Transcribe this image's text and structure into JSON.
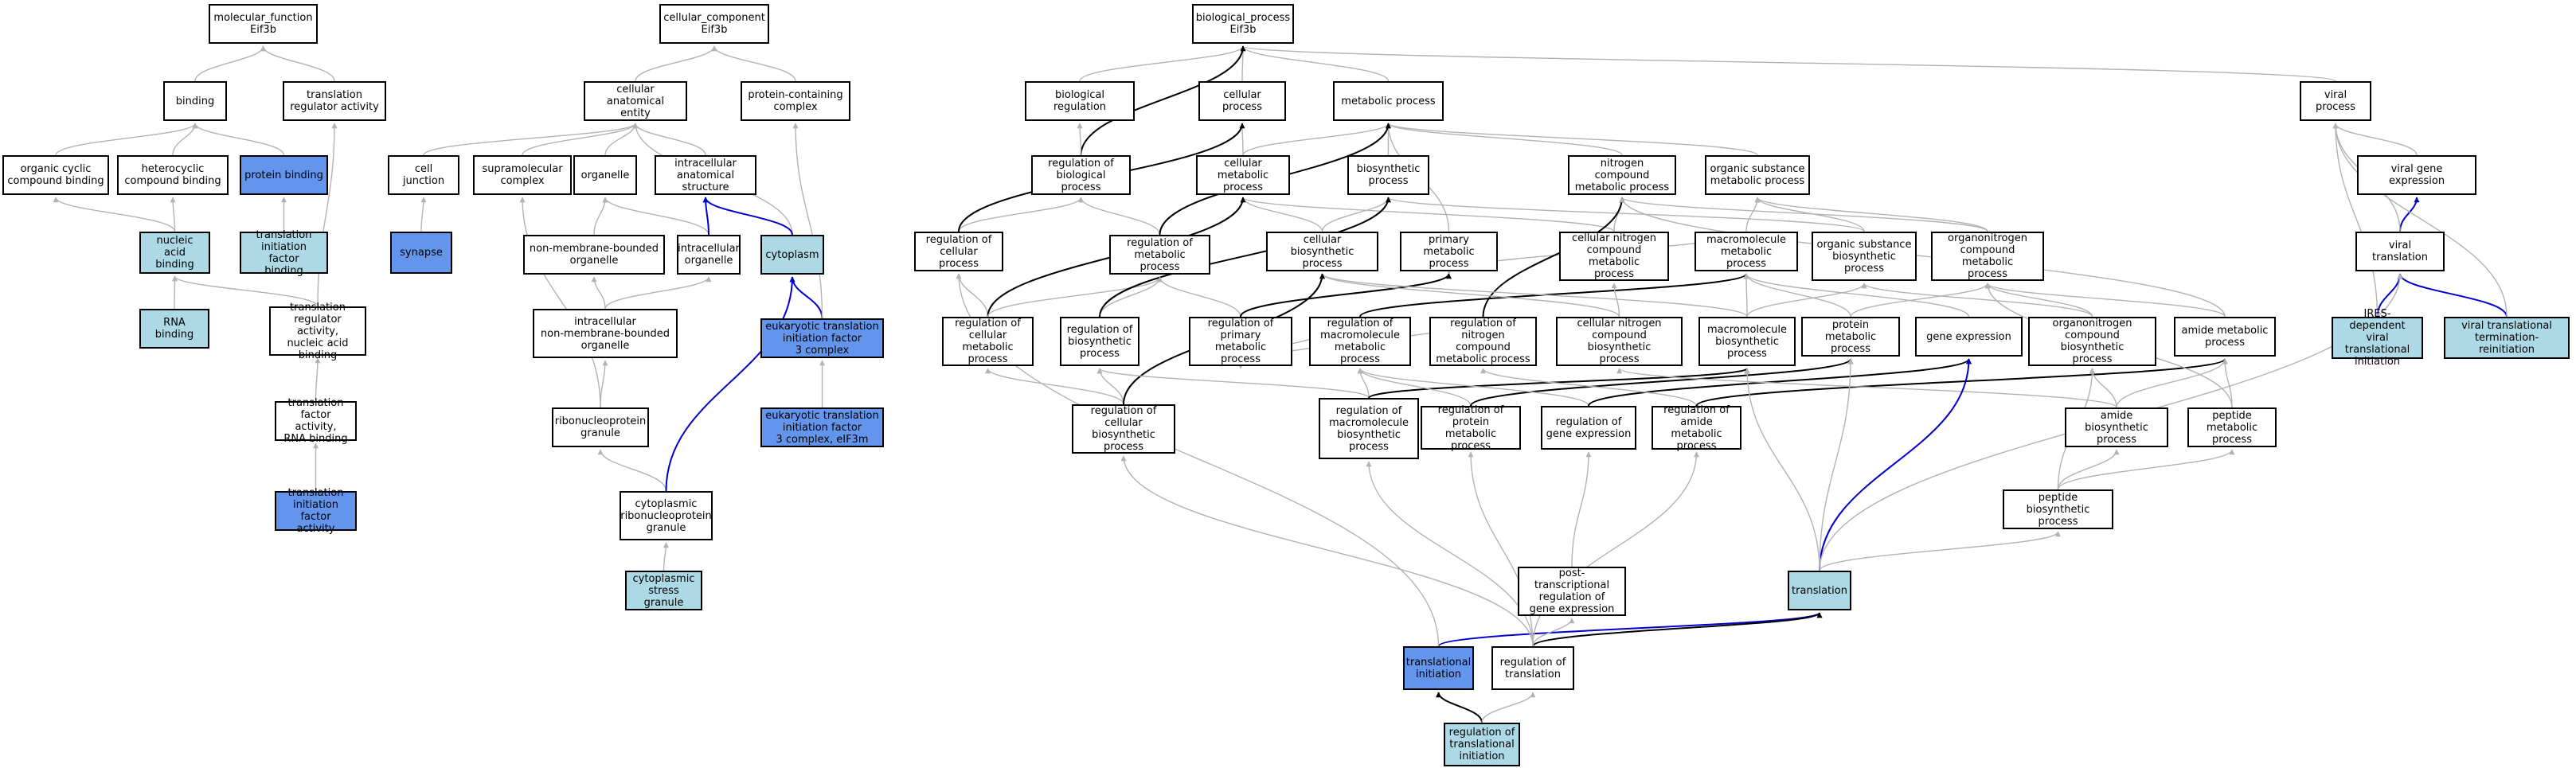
{
  "colors": {
    "edge_gray": "#b3b3b3",
    "edge_black": "#000000",
    "edge_blue": "#0000cc",
    "fill_white": "#ffffff",
    "fill_light": "#add8e6",
    "fill_dark": "#6495ed"
  },
  "nodes": [
    {
      "id": "mf",
      "label": "molecular_function\nEif3b",
      "fill": "white"
    },
    {
      "id": "bind",
      "label": "binding",
      "fill": "white"
    },
    {
      "id": "trra",
      "label": "translation\nregulator activity",
      "fill": "white"
    },
    {
      "id": "ocb",
      "label": "organic cyclic\ncompound binding",
      "fill": "white"
    },
    {
      "id": "hcb",
      "label": "heterocyclic\ncompound binding",
      "fill": "white"
    },
    {
      "id": "protb",
      "label": "protein binding",
      "fill": "dark"
    },
    {
      "id": "tifb",
      "label": "translation\ninitiation factor\nbinding",
      "fill": "light"
    },
    {
      "id": "nab",
      "label": "nucleic acid\nbinding",
      "fill": "light"
    },
    {
      "id": "rnab",
      "label": "RNA binding",
      "fill": "light"
    },
    {
      "id": "trranab",
      "label": "translation\nregulator activity,\nnucleic acid\nbinding",
      "fill": "white"
    },
    {
      "id": "tfarb",
      "label": "translation\nfactor activity,\nRNA binding",
      "fill": "white"
    },
    {
      "id": "tifa",
      "label": "translation\ninitiation factor\nactivity",
      "fill": "dark"
    },
    {
      "id": "cc",
      "label": "cellular_component\nEif3b",
      "fill": "white"
    },
    {
      "id": "cae",
      "label": "cellular anatomical\nentity",
      "fill": "white"
    },
    {
      "id": "pcc",
      "label": "protein-containing\ncomplex",
      "fill": "white"
    },
    {
      "id": "cj",
      "label": "cell junction",
      "fill": "white"
    },
    {
      "id": "synapse",
      "label": "synapse",
      "fill": "dark"
    },
    {
      "id": "supra",
      "label": "supramolecular\ncomplex",
      "fill": "white"
    },
    {
      "id": "organelle",
      "label": "organelle",
      "fill": "white"
    },
    {
      "id": "ias",
      "label": "intracellular\nanatomical structure",
      "fill": "white"
    },
    {
      "id": "nmbo",
      "label": "non-membrane-bounded\norganelle",
      "fill": "white"
    },
    {
      "id": "io",
      "label": "intracellular\norganelle",
      "fill": "white"
    },
    {
      "id": "cyto",
      "label": "cytoplasm",
      "fill": "light"
    },
    {
      "id": "inmbo",
      "label": "intracellular\nnon-membrane-bounded\norganelle",
      "fill": "white"
    },
    {
      "id": "eif3c",
      "label": "eukaryotic translation\ninitiation factor\n3 complex",
      "fill": "dark"
    },
    {
      "id": "eif3m",
      "label": "eukaryotic translation\ninitiation factor\n3 complex, eIF3m",
      "fill": "dark"
    },
    {
      "id": "rnpg",
      "label": "ribonucleoprotein\ngranule",
      "fill": "white"
    },
    {
      "id": "crnpg",
      "label": "cytoplasmic\nribonucleoprotein\ngranule",
      "fill": "white"
    },
    {
      "id": "csg",
      "label": "cytoplasmic\nstress granule",
      "fill": "light"
    },
    {
      "id": "bp",
      "label": "biological_process\nEif3b",
      "fill": "white"
    },
    {
      "id": "breg",
      "label": "biological regulation",
      "fill": "white"
    },
    {
      "id": "cproc",
      "label": "cellular process",
      "fill": "white"
    },
    {
      "id": "mproc",
      "label": "metabolic process",
      "fill": "white"
    },
    {
      "id": "vproc",
      "label": "viral process",
      "fill": "white"
    },
    {
      "id": "rbp",
      "label": "regulation of\nbiological process",
      "fill": "white"
    },
    {
      "id": "cmp",
      "label": "cellular metabolic\nprocess",
      "fill": "white"
    },
    {
      "id": "bsp",
      "label": "biosynthetic\nprocess",
      "fill": "white"
    },
    {
      "id": "ncmp",
      "label": "nitrogen compound\nmetabolic process",
      "fill": "white"
    },
    {
      "id": "osmp",
      "label": "organic substance\nmetabolic process",
      "fill": "white"
    },
    {
      "id": "vge",
      "label": "viral gene expression",
      "fill": "white"
    },
    {
      "id": "rcp",
      "label": "regulation of\ncellular process",
      "fill": "white"
    },
    {
      "id": "rmp",
      "label": "regulation of\nmetabolic process",
      "fill": "white"
    },
    {
      "id": "cbsp",
      "label": "cellular biosynthetic\nprocess",
      "fill": "white"
    },
    {
      "id": "pmp",
      "label": "primary metabolic\nprocess",
      "fill": "white"
    },
    {
      "id": "cncmp",
      "label": "cellular nitrogen\ncompound metabolic\nprocess",
      "fill": "white"
    },
    {
      "id": "mmp",
      "label": "macromolecule\nmetabolic process",
      "fill": "white"
    },
    {
      "id": "osbp",
      "label": "organic substance\nbiosynthetic\nprocess",
      "fill": "white"
    },
    {
      "id": "oncmp",
      "label": "organonitrogen\ncompound metabolic\nprocess",
      "fill": "white"
    },
    {
      "id": "vt",
      "label": "viral translation",
      "fill": "white"
    },
    {
      "id": "rcmp",
      "label": "regulation of\ncellular metabolic\nprocess",
      "fill": "white"
    },
    {
      "id": "rbsp",
      "label": "regulation of\nbiosynthetic\nprocess",
      "fill": "white"
    },
    {
      "id": "rpmp",
      "label": "regulation of\nprimary metabolic\nprocess",
      "fill": "white"
    },
    {
      "id": "rmmp",
      "label": "regulation of\nmacromolecule\nmetabolic process",
      "fill": "white"
    },
    {
      "id": "rncmp",
      "label": "regulation of\nnitrogen compound\nmetabolic process",
      "fill": "white"
    },
    {
      "id": "cncbp",
      "label": "cellular nitrogen\ncompound biosynthetic\nprocess",
      "fill": "white"
    },
    {
      "id": "mbsp",
      "label": "macromolecule\nbiosynthetic\nprocess",
      "fill": "white"
    },
    {
      "id": "protmp",
      "label": "protein metabolic\nprocess",
      "fill": "white"
    },
    {
      "id": "ge",
      "label": "gene expression",
      "fill": "white"
    },
    {
      "id": "oncbp",
      "label": "organonitrogen\ncompound biosynthetic\nprocess",
      "fill": "white"
    },
    {
      "id": "amp",
      "label": "amide metabolic\nprocess",
      "fill": "white"
    },
    {
      "id": "iresvti",
      "label": "IRES-dependent\nviral translational\ninitiation",
      "fill": "light"
    },
    {
      "id": "vtti",
      "label": "viral translational\ntermination-reinitiation",
      "fill": "light"
    },
    {
      "id": "rcbsp",
      "label": "regulation of\ncellular biosynthetic\nprocess",
      "fill": "white"
    },
    {
      "id": "rmbsp",
      "label": "regulation of\nmacromolecule\nbiosynthetic\nprocess",
      "fill": "white"
    },
    {
      "id": "rprotmp",
      "label": "regulation of\nprotein metabolic\nprocess",
      "fill": "white"
    },
    {
      "id": "rge",
      "label": "regulation of\ngene expression",
      "fill": "white"
    },
    {
      "id": "ramp",
      "label": "regulation of\namide metabolic\nprocess",
      "fill": "white"
    },
    {
      "id": "abp",
      "label": "amide biosynthetic\nprocess",
      "fill": "white"
    },
    {
      "id": "peptmp",
      "label": "peptide metabolic\nprocess",
      "fill": "white"
    },
    {
      "id": "pbp",
      "label": "peptide biosynthetic\nprocess",
      "fill": "white"
    },
    {
      "id": "ptrge",
      "label": "post-transcriptional\nregulation of\ngene expression",
      "fill": "white"
    },
    {
      "id": "transl",
      "label": "translation",
      "fill": "light"
    },
    {
      "id": "ti",
      "label": "translational\ninitiation",
      "fill": "dark"
    },
    {
      "id": "rtransl",
      "label": "regulation of\ntranslation",
      "fill": "white"
    },
    {
      "id": "rti",
      "label": "regulation of\ntranslational\ninitiation",
      "fill": "light"
    }
  ],
  "edges": [
    [
      "bind",
      "mf",
      "gray"
    ],
    [
      "trra",
      "mf",
      "gray"
    ],
    [
      "ocb",
      "bind",
      "gray"
    ],
    [
      "hcb",
      "bind",
      "gray"
    ],
    [
      "protb",
      "bind",
      "gray"
    ],
    [
      "tifb",
      "protb",
      "gray"
    ],
    [
      "nab",
      "ocb",
      "gray"
    ],
    [
      "nab",
      "hcb",
      "gray"
    ],
    [
      "rnab",
      "nab",
      "gray"
    ],
    [
      "trranab",
      "nab",
      "gray"
    ],
    [
      "trranab",
      "trra",
      "gray"
    ],
    [
      "tfarb",
      "trranab",
      "gray"
    ],
    [
      "tifa",
      "tfarb",
      "gray"
    ],
    [
      "cae",
      "cc",
      "gray"
    ],
    [
      "pcc",
      "cc",
      "gray"
    ],
    [
      "cj",
      "cae",
      "gray"
    ],
    [
      "supra",
      "cae",
      "gray"
    ],
    [
      "organelle",
      "cae",
      "gray"
    ],
    [
      "ias",
      "cae",
      "gray"
    ],
    [
      "cyto",
      "cae",
      "gray"
    ],
    [
      "synapse",
      "cj",
      "gray"
    ],
    [
      "nmbo",
      "organelle",
      "gray"
    ],
    [
      "io",
      "organelle",
      "gray"
    ],
    [
      "io",
      "ias",
      "blue"
    ],
    [
      "cyto",
      "ias",
      "blue"
    ],
    [
      "inmbo",
      "nmbo",
      "gray"
    ],
    [
      "inmbo",
      "io",
      "gray"
    ],
    [
      "eif3c",
      "cyto",
      "blue"
    ],
    [
      "eif3c",
      "pcc",
      "gray"
    ],
    [
      "eif3m",
      "eif3c",
      "gray"
    ],
    [
      "rnpg",
      "inmbo",
      "gray"
    ],
    [
      "rnpg",
      "supra",
      "gray"
    ],
    [
      "crnpg",
      "rnpg",
      "gray"
    ],
    [
      "crnpg",
      "cyto",
      "blue"
    ],
    [
      "csg",
      "crnpg",
      "gray"
    ],
    [
      "breg",
      "bp",
      "gray"
    ],
    [
      "cproc",
      "bp",
      "gray"
    ],
    [
      "mproc",
      "bp",
      "gray"
    ],
    [
      "vproc",
      "bp",
      "gray"
    ],
    [
      "rbp",
      "bp",
      "black"
    ],
    [
      "rbp",
      "breg",
      "gray"
    ],
    [
      "cmp",
      "cproc",
      "gray"
    ],
    [
      "cmp",
      "mproc",
      "gray"
    ],
    [
      "bsp",
      "mproc",
      "gray"
    ],
    [
      "ncmp",
      "mproc",
      "gray"
    ],
    [
      "osmp",
      "mproc",
      "gray"
    ],
    [
      "pmp",
      "mproc",
      "gray"
    ],
    [
      "vge",
      "vproc",
      "gray"
    ],
    [
      "vt",
      "vge",
      "blue"
    ],
    [
      "vt",
      "vproc",
      "gray"
    ],
    [
      "iresvti",
      "vt",
      "blue"
    ],
    [
      "iresvti",
      "vproc",
      "gray"
    ],
    [
      "vtti",
      "vt",
      "blue"
    ],
    [
      "vtti",
      "vproc",
      "gray"
    ],
    [
      "rcp",
      "rbp",
      "gray"
    ],
    [
      "rcp",
      "cproc",
      "black"
    ],
    [
      "rmp",
      "rbp",
      "gray"
    ],
    [
      "rmp",
      "mproc",
      "black"
    ],
    [
      "cbsp",
      "cmp",
      "gray"
    ],
    [
      "cbsp",
      "bsp",
      "gray"
    ],
    [
      "cncmp",
      "cmp",
      "gray"
    ],
    [
      "cncmp",
      "ncmp",
      "gray"
    ],
    [
      "mmp",
      "osmp",
      "gray"
    ],
    [
      "mmp",
      "pmp",
      "gray"
    ],
    [
      "osbp",
      "osmp",
      "gray"
    ],
    [
      "osbp",
      "bsp",
      "gray"
    ],
    [
      "oncmp",
      "ncmp",
      "gray"
    ],
    [
      "oncmp",
      "osmp",
      "gray"
    ],
    [
      "rcmp",
      "rcp",
      "gray"
    ],
    [
      "rcmp",
      "cmp",
      "black"
    ],
    [
      "rcmp",
      "rmp",
      "gray"
    ],
    [
      "rbsp",
      "rmp",
      "gray"
    ],
    [
      "rbsp",
      "bsp",
      "black"
    ],
    [
      "rpmp",
      "rmp",
      "gray"
    ],
    [
      "rpmp",
      "pmp",
      "black"
    ],
    [
      "rmmp",
      "rpmp",
      "gray"
    ],
    [
      "rmmp",
      "mmp",
      "black"
    ],
    [
      "rncmp",
      "rpmp",
      "gray"
    ],
    [
      "rncmp",
      "ncmp",
      "black"
    ],
    [
      "cncbp",
      "cncmp",
      "gray"
    ],
    [
      "cncbp",
      "cbsp",
      "gray"
    ],
    [
      "mbsp",
      "mmp",
      "gray"
    ],
    [
      "mbsp",
      "osbp",
      "gray"
    ],
    [
      "mbsp",
      "cbsp",
      "gray"
    ],
    [
      "protmp",
      "mmp",
      "gray"
    ],
    [
      "protmp",
      "oncmp",
      "gray"
    ],
    [
      "ge",
      "mmp",
      "gray"
    ],
    [
      "oncbp",
      "oncmp",
      "gray"
    ],
    [
      "oncbp",
      "osbp",
      "gray"
    ],
    [
      "amp",
      "oncmp",
      "gray"
    ],
    [
      "amp",
      "ncmp",
      "gray"
    ],
    [
      "rcbsp",
      "rcmp",
      "gray"
    ],
    [
      "rcbsp",
      "rbsp",
      "gray"
    ],
    [
      "rcbsp",
      "cbsp",
      "black"
    ],
    [
      "rmbsp",
      "rmmp",
      "gray"
    ],
    [
      "rmbsp",
      "rbsp",
      "gray"
    ],
    [
      "rmbsp",
      "mbsp",
      "black"
    ],
    [
      "rprotmp",
      "rmmp",
      "gray"
    ],
    [
      "rprotmp",
      "protmp",
      "black"
    ],
    [
      "rge",
      "rmmp",
      "gray"
    ],
    [
      "rge",
      "ge",
      "black"
    ],
    [
      "ramp",
      "rncmp",
      "gray"
    ],
    [
      "ramp",
      "amp",
      "black"
    ],
    [
      "abp",
      "amp",
      "gray"
    ],
    [
      "abp",
      "oncbp",
      "gray"
    ],
    [
      "abp",
      "cncbp",
      "gray"
    ],
    [
      "peptmp",
      "amp",
      "gray"
    ],
    [
      "peptmp",
      "oncmp",
      "gray"
    ],
    [
      "pbp",
      "peptmp",
      "gray"
    ],
    [
      "pbp",
      "abp",
      "gray"
    ],
    [
      "pbp",
      "oncbp",
      "gray"
    ],
    [
      "ptrge",
      "rge",
      "gray"
    ],
    [
      "transl",
      "pbp",
      "gray"
    ],
    [
      "transl",
      "ge",
      "blue"
    ],
    [
      "transl",
      "protmp",
      "gray"
    ],
    [
      "transl",
      "mbsp",
      "gray"
    ],
    [
      "transl",
      "vt",
      "gray"
    ],
    [
      "ti",
      "transl",
      "blue"
    ],
    [
      "ti",
      "rcp",
      "gray"
    ],
    [
      "rtransl",
      "transl",
      "black"
    ],
    [
      "rtransl",
      "rmbsp",
      "gray"
    ],
    [
      "rtransl",
      "rprotmp",
      "gray"
    ],
    [
      "rtransl",
      "ramp",
      "gray"
    ],
    [
      "rtransl",
      "ptrge",
      "gray"
    ],
    [
      "rtransl",
      "rcbsp",
      "gray"
    ],
    [
      "rti",
      "ti",
      "black"
    ],
    [
      "rti",
      "rtransl",
      "gray"
    ]
  ]
}
